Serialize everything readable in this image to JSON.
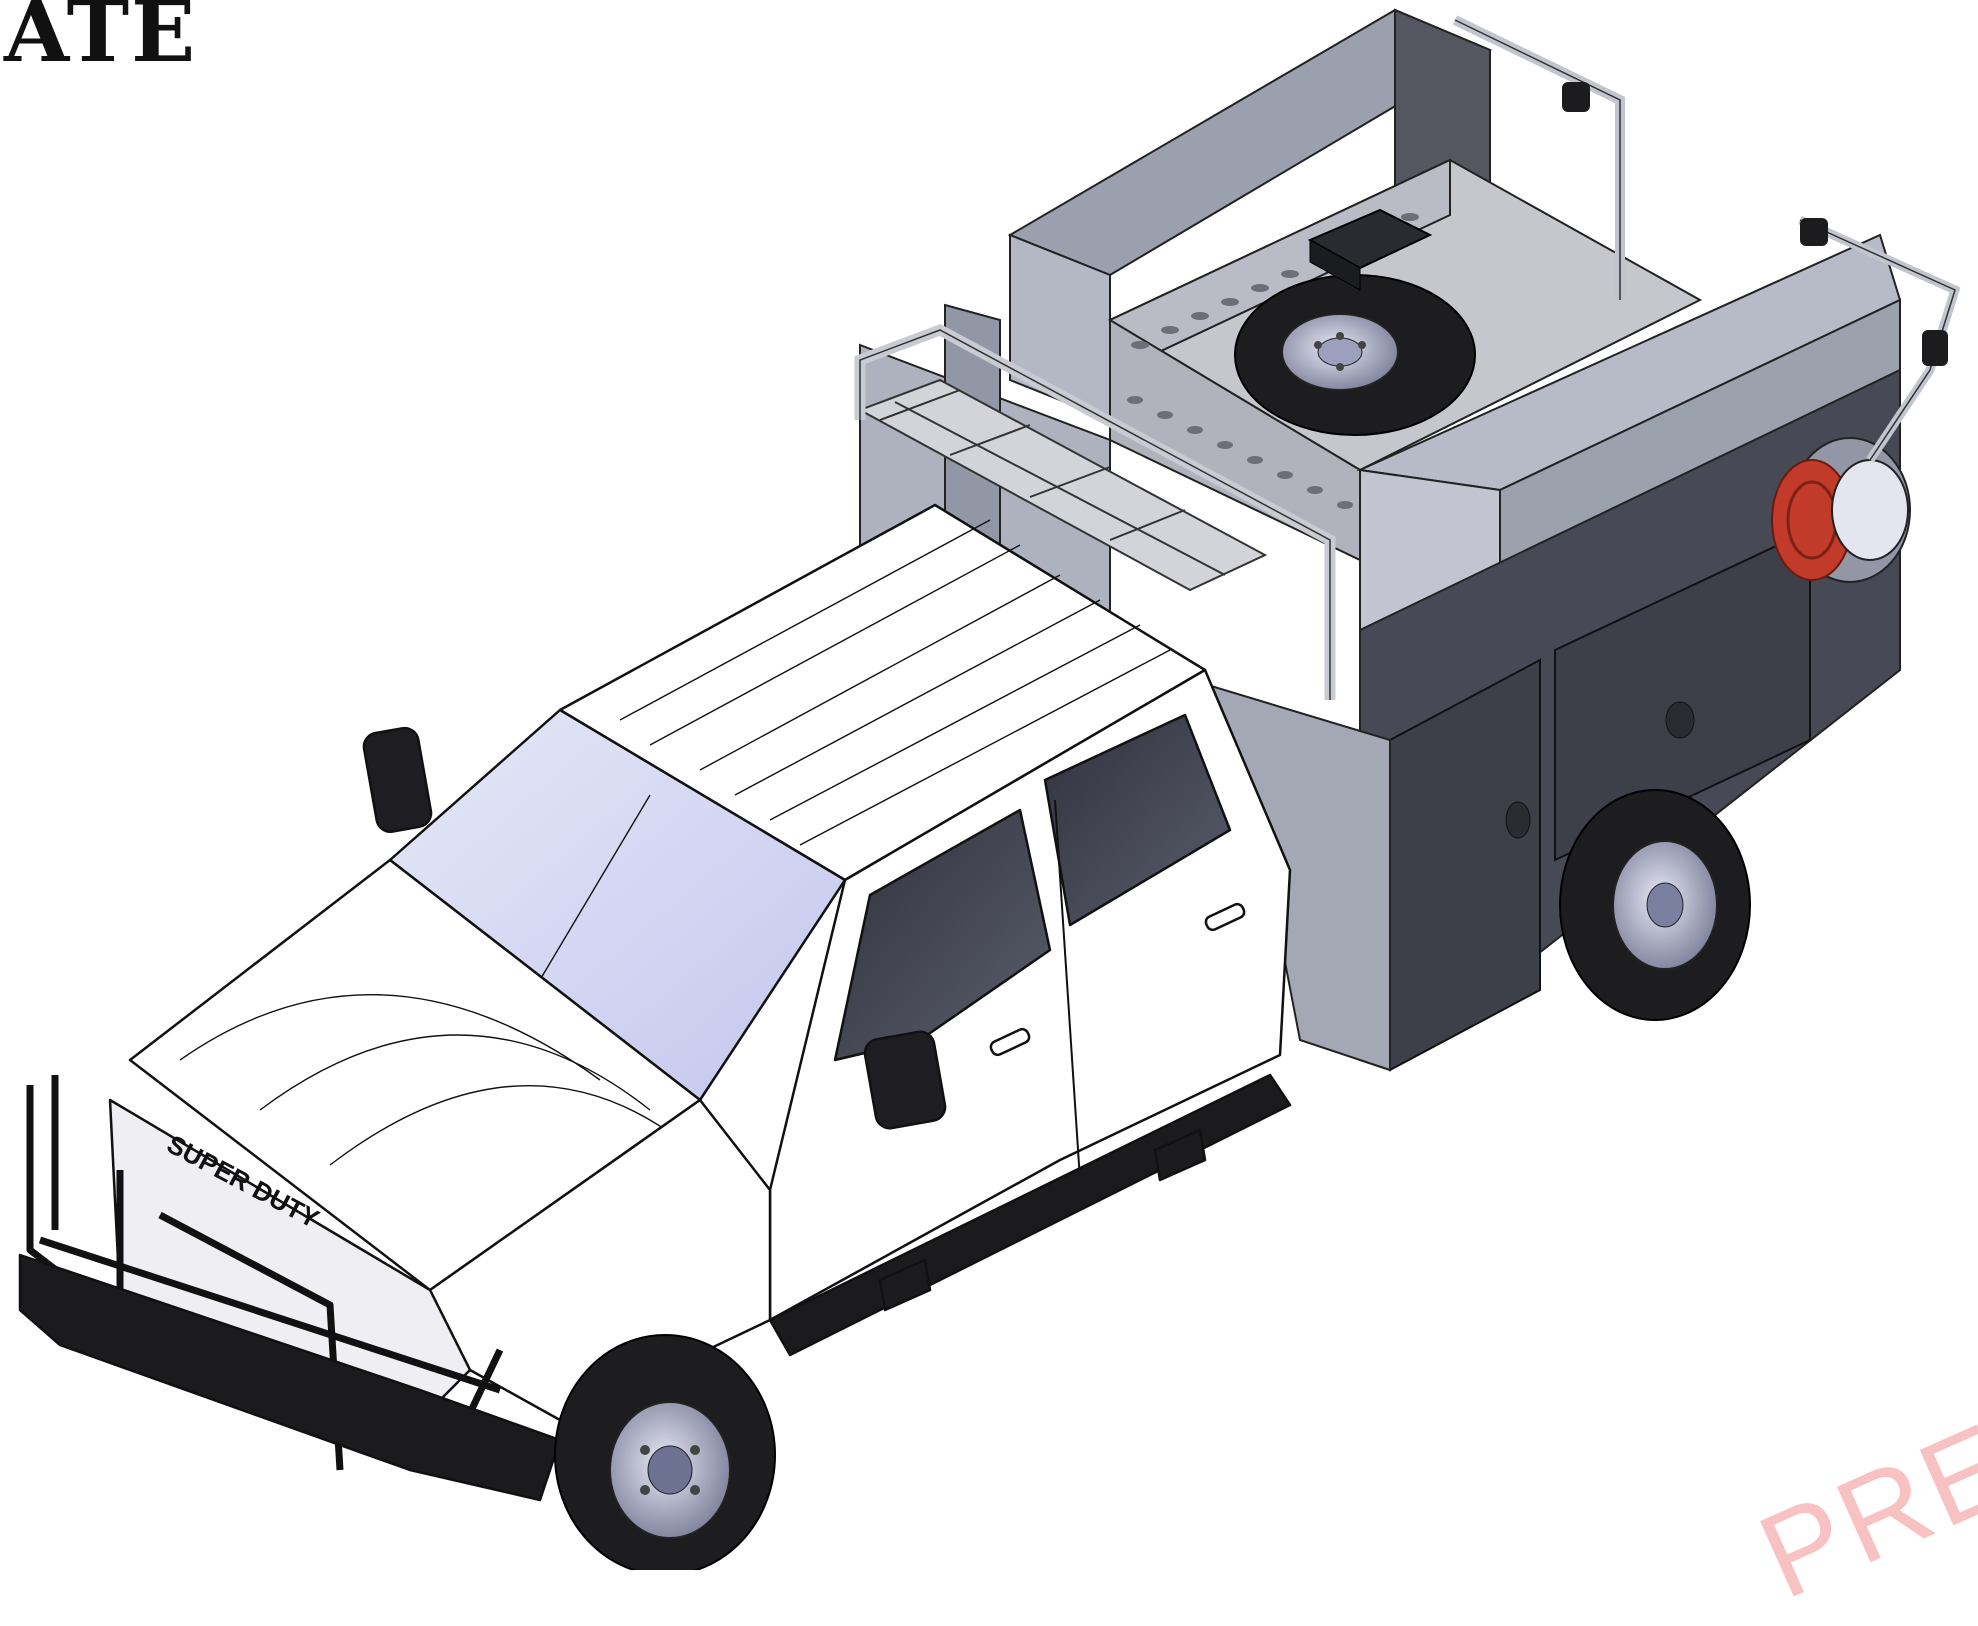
{
  "header": {
    "title_fragment": "ATE"
  },
  "watermark": {
    "text": "PREL"
  },
  "vehicle": {
    "grille_badge": "SUPER DUTY",
    "icons": [
      "pickup-truck-cab",
      "utility-body",
      "spare-tire",
      "hose-reel",
      "grille-guard",
      "side-mirror",
      "running-board"
    ]
  },
  "colors": {
    "cab_line": "#111111",
    "window_tint": "#cdd0f0",
    "body_panel": "#a8adb8",
    "body_dark": "#474a55",
    "rack": "#c7c9d0",
    "hose": "#c23a2a",
    "tire": "#1d1d1f",
    "rim": "#b8bbd6"
  }
}
